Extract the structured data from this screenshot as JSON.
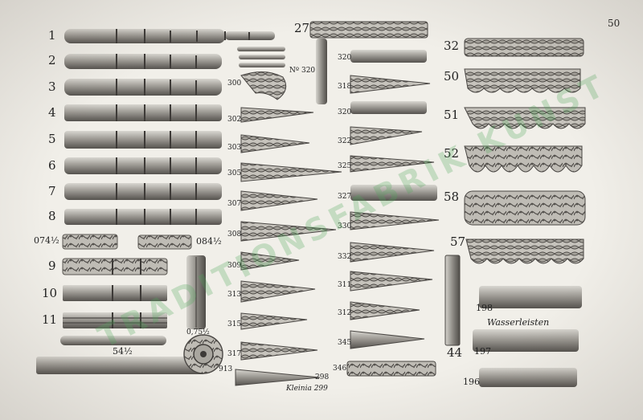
{
  "page_number": "50",
  "watermark": "TRADITIONSFABRIK KUNST",
  "caption_wasserleisten": "Wasserleisten",
  "caption_kleinia": "Kleinia 299",
  "labels": {
    "l1": "1",
    "l2": "2",
    "l3": "3",
    "l4": "4",
    "l5": "5",
    "l6": "6",
    "l7": "7",
    "l8": "8",
    "l074": "074½",
    "l084": "084½",
    "l9": "9",
    "l10": "10",
    "l11": "11",
    "l54": "54½",
    "l0752": "0,75½",
    "l913": "913",
    "lno320": "Nº 320",
    "l27": "27",
    "l300": "300",
    "l302": "302",
    "l303": "303",
    "l305": "305",
    "l307": "307",
    "l308": "308",
    "l309": "309",
    "l313": "313",
    "l315": "315",
    "l317": "317",
    "l298": "298",
    "l320a": "320",
    "l318": "318",
    "l320b": "320",
    "l322": "322",
    "l325": "325",
    "l327": "327",
    "l330": "330",
    "l332": "332",
    "l311": "311",
    "l312": "312",
    "l345": "345",
    "l346": "346",
    "l32": "32",
    "l50": "50",
    "l51": "51",
    "l52": "52",
    "l58": "58",
    "l57": "57",
    "l44": "44",
    "l198": "198",
    "l197": "197",
    "l196": "196"
  }
}
